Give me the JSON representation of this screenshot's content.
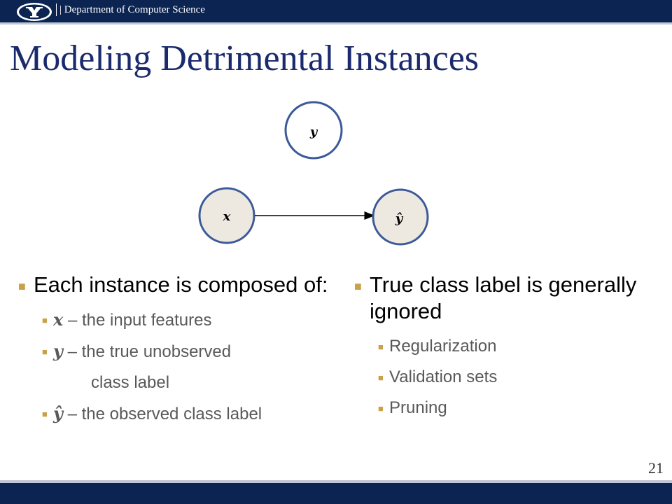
{
  "header": {
    "department": "| Department of Computer Science"
  },
  "slide": {
    "title": "Modeling Detrimental Instances",
    "page_number": "21"
  },
  "diagram": {
    "nodes": {
      "y": "y",
      "x": "x",
      "yhat": "ŷ"
    }
  },
  "left_column": {
    "heading": "Each instance is composed of:",
    "items": [
      {
        "var": "x",
        "text": " – the input features"
      },
      {
        "var": "y",
        "text": " – the true unobserved",
        "continuation": "class label"
      },
      {
        "var": "ŷ",
        "text": " – the observed class label"
      }
    ]
  },
  "right_column": {
    "heading": "True class label is generally ignored",
    "items": [
      "Regularization",
      "Validation sets",
      "Pruning"
    ]
  },
  "colors": {
    "navy": "#0b2451",
    "title": "#1a2a6c",
    "bullet": "#c8a24a",
    "node_fill": "#ede8e0",
    "node_stroke": "#3c5a98"
  }
}
